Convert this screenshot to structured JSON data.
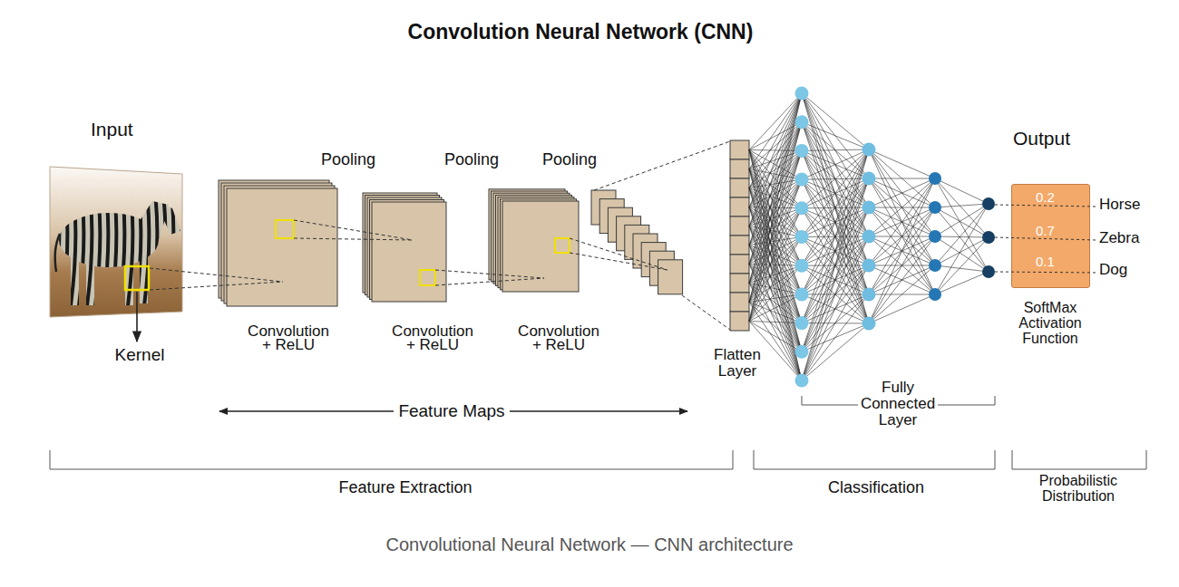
{
  "diagram": {
    "title": "Convolution Neural Network (CNN)",
    "caption": "Convolutional Neural Network — CNN architecture",
    "nodes": [
      {
        "text": [
          "0.2",
          "0.7",
          "0.1"
        ]
      }
    ],
    "labels": [
      "Input",
      "Kernel",
      "Pooling",
      "Pooling",
      "Pooling",
      "Convolution + ReLU",
      "Convolution + ReLU",
      "Convolution + ReLU",
      "Feature Maps",
      "Flatten Layer",
      "Fully Connected Layer",
      "Output",
      "Horse",
      "Zebra",
      "Dog",
      "SoftMax Activation Function",
      "Feature Extraction",
      "Classification",
      "Probabilistic Distribution"
    ]
  }
}
